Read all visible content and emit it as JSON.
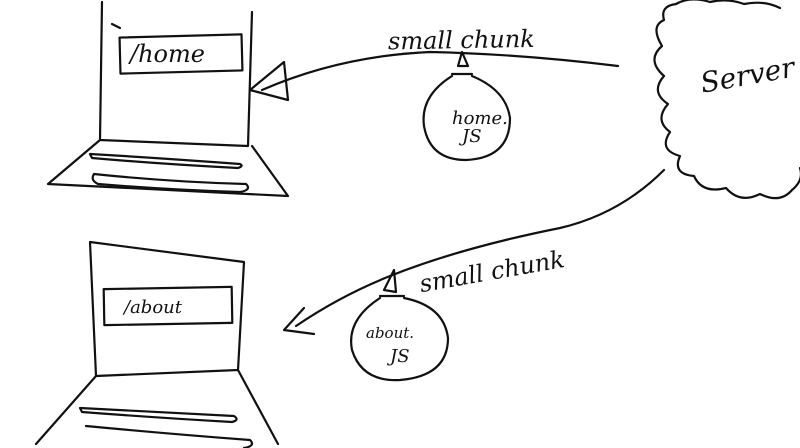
{
  "diagram": {
    "server": {
      "label": "Server",
      "icon": "cloud-icon"
    },
    "clients": [
      {
        "route": "/home",
        "icon": "laptop-icon"
      },
      {
        "route": "/about",
        "icon": "laptop-icon"
      }
    ],
    "transfers": [
      {
        "label": "small chunk",
        "bundle": {
          "name": "home.",
          "ext": "JS",
          "icon": "ornament-bundle-icon"
        }
      },
      {
        "label": "small chunk",
        "bundle": {
          "name": "about.",
          "ext": "JS",
          "icon": "ornament-bundle-icon"
        }
      }
    ],
    "colors": {
      "ink": "#111111",
      "background": "#ffffff"
    }
  }
}
